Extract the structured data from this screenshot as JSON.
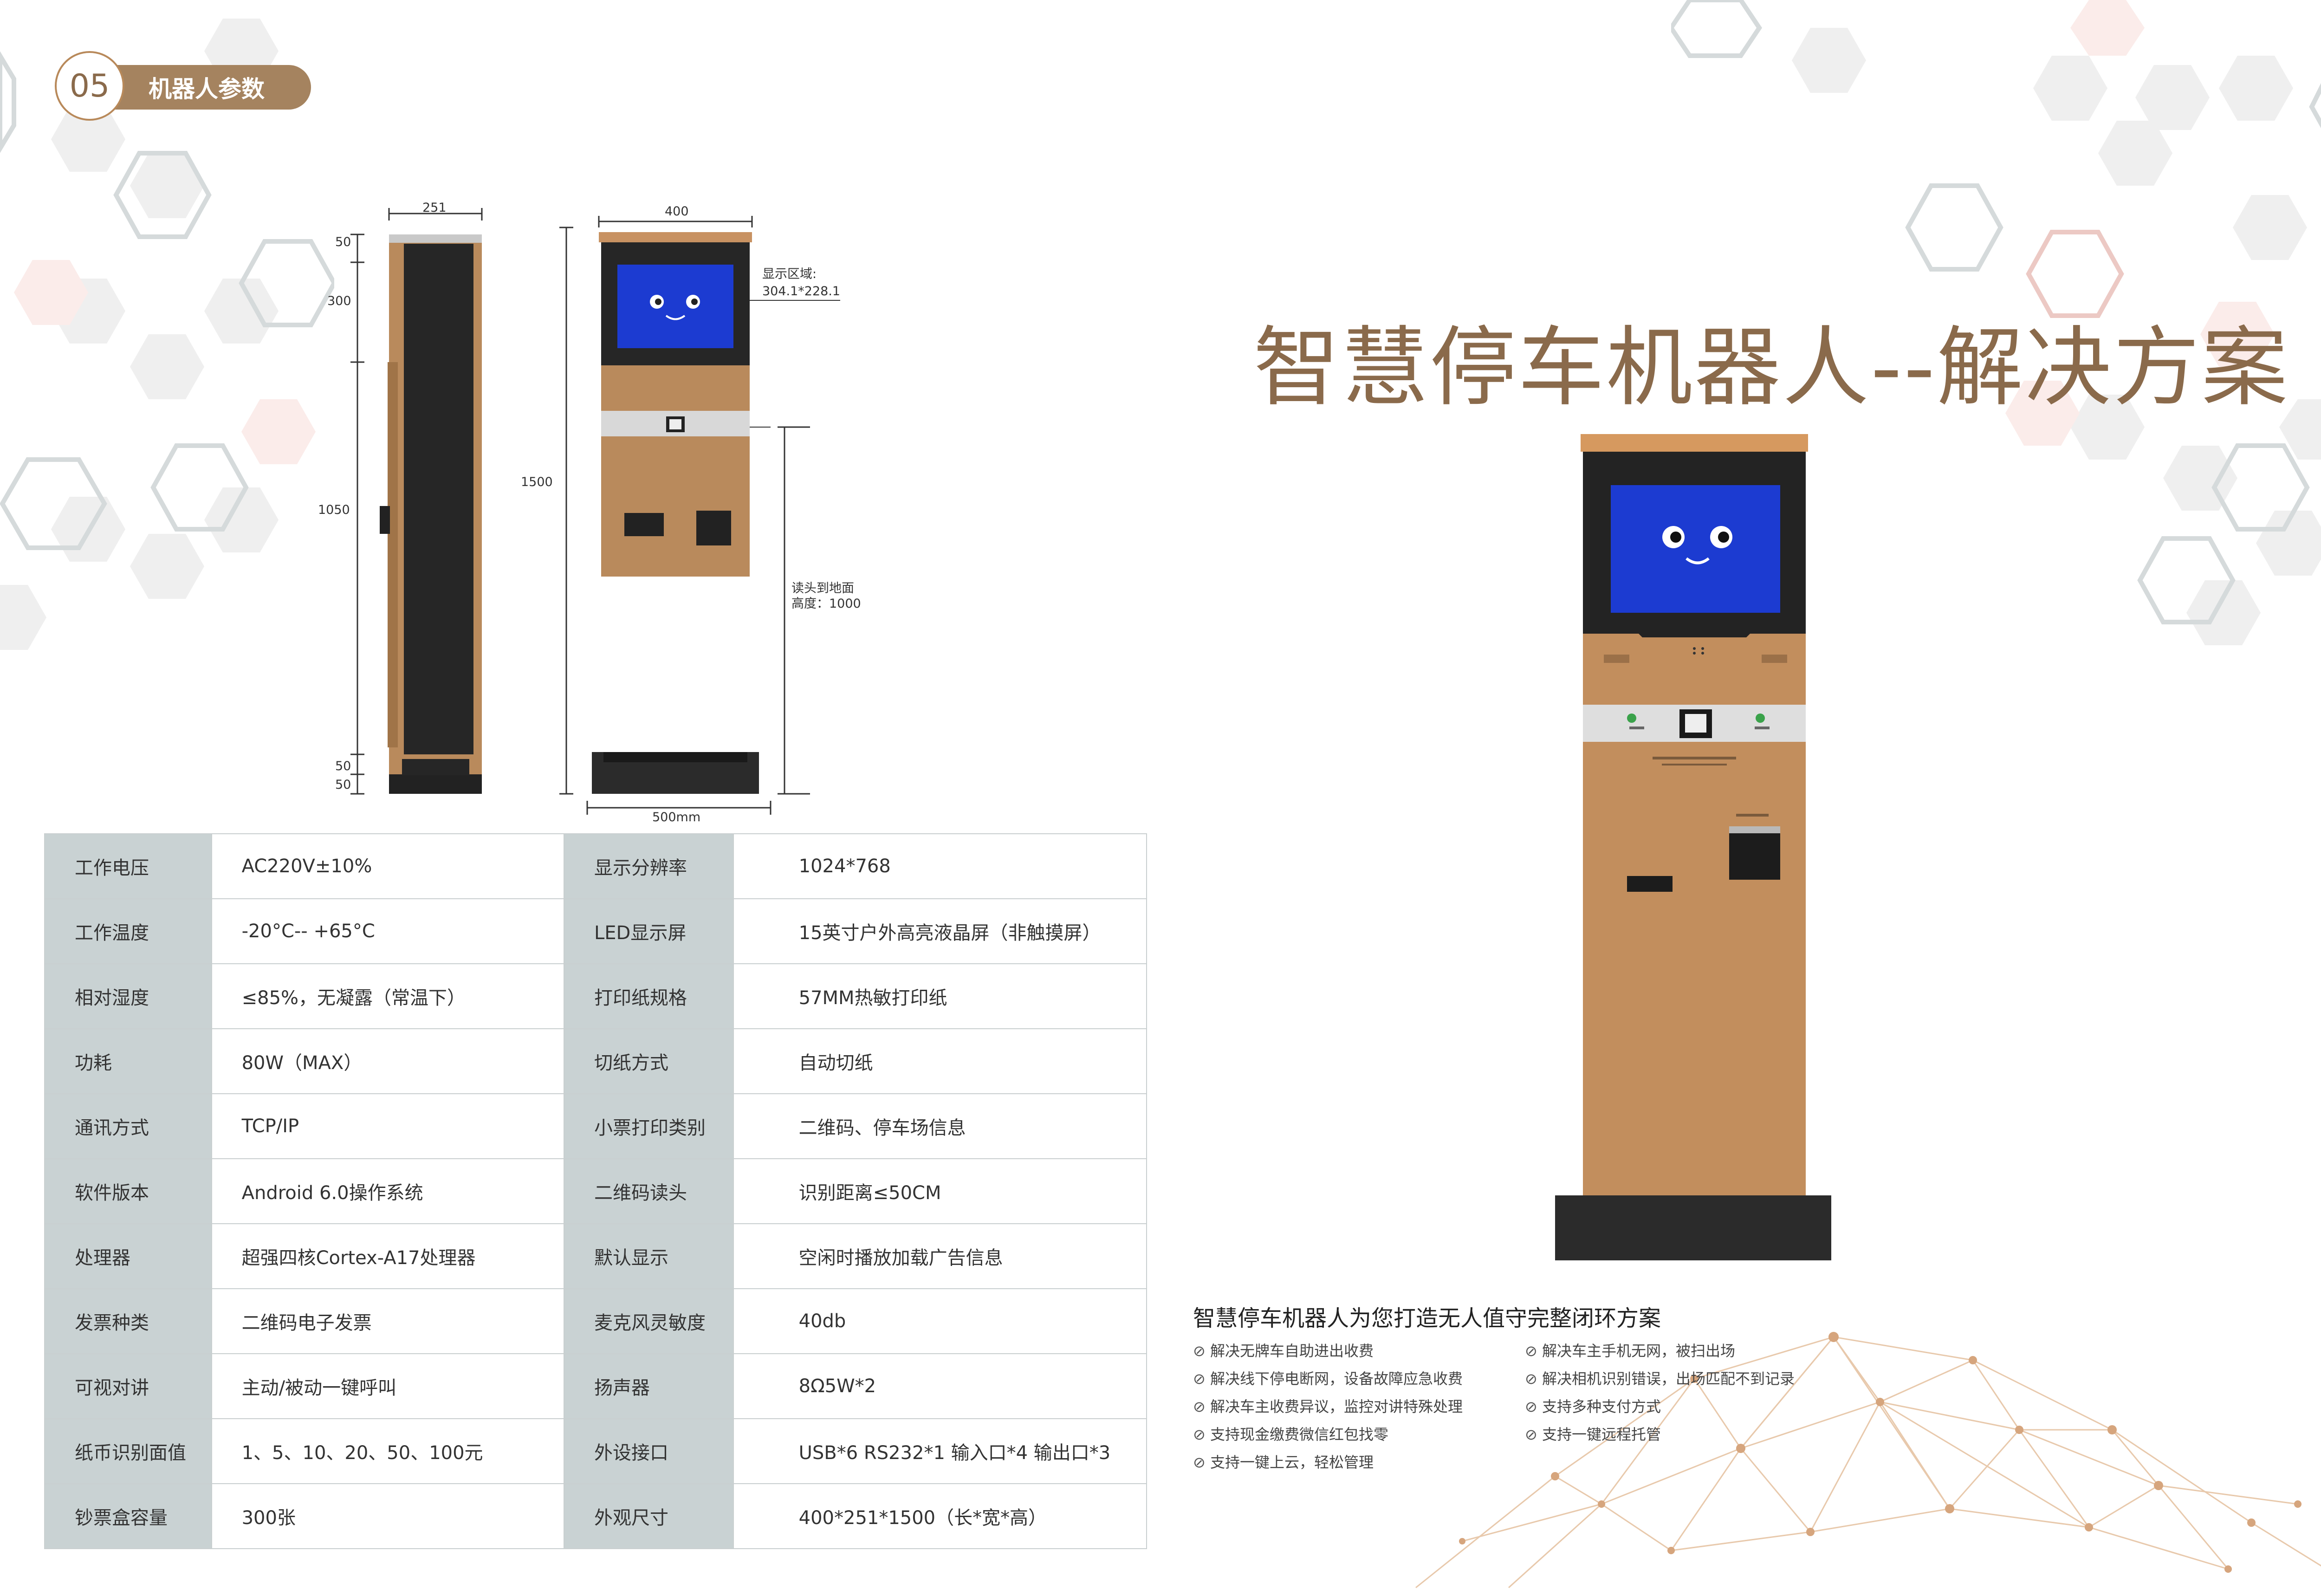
{
  "header": {
    "page_number": "05",
    "section_label": "机器人参数"
  },
  "title": "智慧停车机器人--解决方案",
  "diagram": {
    "side_width": "251",
    "side_heights": [
      "50",
      "300",
      "1050",
      "50",
      "50"
    ],
    "front_width": "400",
    "total_height": "1500",
    "base_width": "500mm",
    "display_area_label": "显示区域:",
    "display_area_value": "304.1*228.1",
    "reader_height_line1": "读头到地面",
    "reader_height_line2": "高度：1000"
  },
  "specs": [
    {
      "k1": "工作电压",
      "v1": "AC220V±10%",
      "k2": "显示分辨率",
      "v2": "1024*768"
    },
    {
      "k1": "工作温度",
      "v1": "-20°C-- +65°C",
      "k2": "LED显示屏",
      "v2": "15英寸户外高亮液晶屏（非触摸屏）"
    },
    {
      "k1": "相对湿度",
      "v1": "≤85%，无凝露（常温下）",
      "k2": "打印纸规格",
      "v2": "57MM热敏打印纸"
    },
    {
      "k1": "功耗",
      "v1": "80W（MAX）",
      "k2": "切纸方式",
      "v2": "自动切纸"
    },
    {
      "k1": "通讯方式",
      "v1": "TCP/IP",
      "k2": "小票打印类别",
      "v2": "二维码、停车场信息"
    },
    {
      "k1": "软件版本",
      "v1": "Android 6.0操作系统",
      "k2": "二维码读头",
      "v2": "识别距离≤50CM"
    },
    {
      "k1": "处理器",
      "v1": "超强四核Cortex-A17处理器",
      "k2": "默认显示",
      "v2": "空闲时播放加载广告信息"
    },
    {
      "k1": "发票种类",
      "v1": "二维码电子发票",
      "k2": "麦克风灵敏度",
      "v2": "40db"
    },
    {
      "k1": "可视对讲",
      "v1": "主动/被动一键呼叫",
      "k2": "扬声器",
      "v2": "8Ω5W*2"
    },
    {
      "k1": "纸币识别面值",
      "v1": "1、5、10、20、50、100元",
      "k2": "外设接口",
      "v2": "USB*6   RS232*1  输入口*4  输出口*3"
    },
    {
      "k1": "钞票盒容量",
      "v1": "300张",
      "k2": "外观尺寸",
      "v2": "400*251*1500（长*宽*高）"
    }
  ],
  "solution": {
    "subtitle": "智慧停车机器人为您打造无人值守完整闭环方案",
    "left": [
      "解决无牌车自助进出收费",
      "解决线下停电断网，设备故障应急收费",
      "解决车主收费异议，监控对讲特殊处理",
      "支持现金缴费微信红包找零",
      "支持一键上云，轻松管理"
    ],
    "right": [
      "解决车主手机无网，被扫出场",
      "解决相机识别错误，出场匹配不到记录",
      "支持多种支付方式",
      "支持一键远程托管"
    ]
  },
  "colors": {
    "brand": "#a5835f",
    "title": "#8a6a4b",
    "label_bg": "#c9d2d3",
    "kiosk_body": "#b98a5c",
    "screen": "#1c3bd1"
  }
}
